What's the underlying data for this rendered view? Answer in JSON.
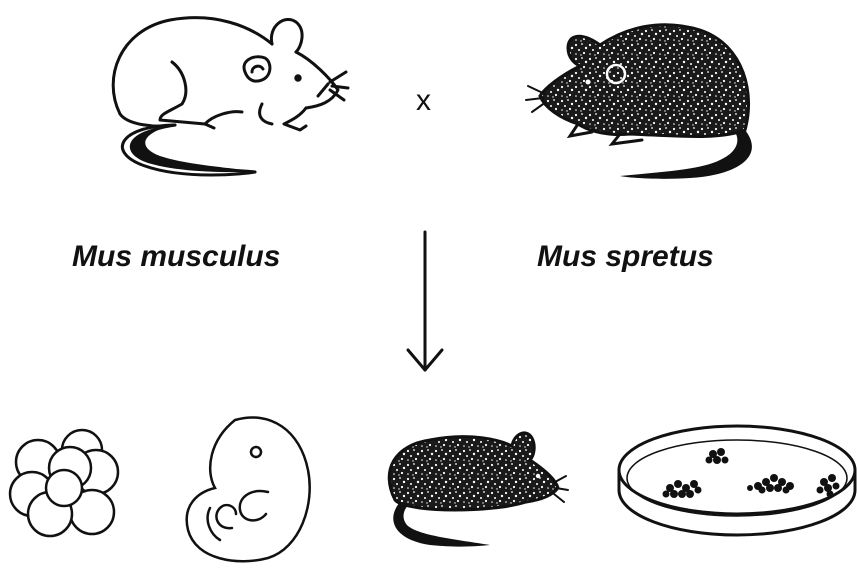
{
  "labels": {
    "left_species": "Mus musculus",
    "right_species": "Mus spretus",
    "cross": "x"
  },
  "colors": {
    "ink": "#111111",
    "paper": "#ffffff"
  }
}
